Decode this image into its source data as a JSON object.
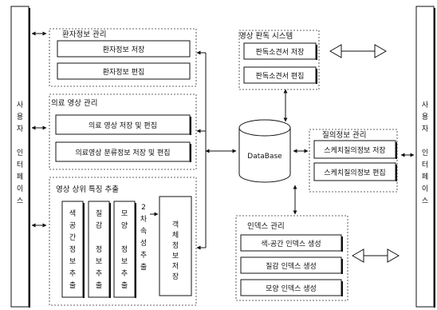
{
  "user_interface": {
    "left_label": [
      "사",
      "용",
      "자",
      "",
      "인",
      "터",
      "페",
      "이",
      "스"
    ],
    "right_label": [
      "사",
      "용",
      "자",
      "",
      "인",
      "터",
      "페",
      "이",
      "스"
    ]
  },
  "patient_info": {
    "title": "환자정보 관리",
    "save": "환자정보 저장",
    "edit": "환자정보 편집"
  },
  "medical_image": {
    "title": "의료 영상 관리",
    "save_edit": "의료 영상 저장 및 편집",
    "classify": "의료영상 분류정보 저장 및 편집"
  },
  "feature_extraction": {
    "title": "영상 상위 특징 추출",
    "color": [
      "색",
      "공",
      "간",
      "정",
      "보",
      "추",
      "출"
    ],
    "texture": [
      "질",
      "감",
      "",
      "정",
      "보",
      "추",
      "출"
    ],
    "shape": [
      "모",
      "양",
      "",
      "정",
      "보",
      "추",
      "출"
    ],
    "secondary": [
      "2",
      "차",
      "속",
      "성",
      "추",
      "출"
    ],
    "object_store": [
      "객",
      "체",
      "정",
      "보",
      "저",
      "장"
    ]
  },
  "reading_system": {
    "title": "영상 판독 시스템",
    "save": "판독소견서 저장",
    "edit": "판독소견서 편집"
  },
  "database": {
    "label": "DataBase"
  },
  "query_info": {
    "title": "질의정보 관리",
    "save": "스케치질의정보 저장",
    "edit": "스케치질의정보 편집"
  },
  "index": {
    "title": "인덱스 관리",
    "color": "색-공간 인덱스 생성",
    "texture": "질감 인덱스 생성",
    "shape": "모양 인덱스 생성"
  }
}
